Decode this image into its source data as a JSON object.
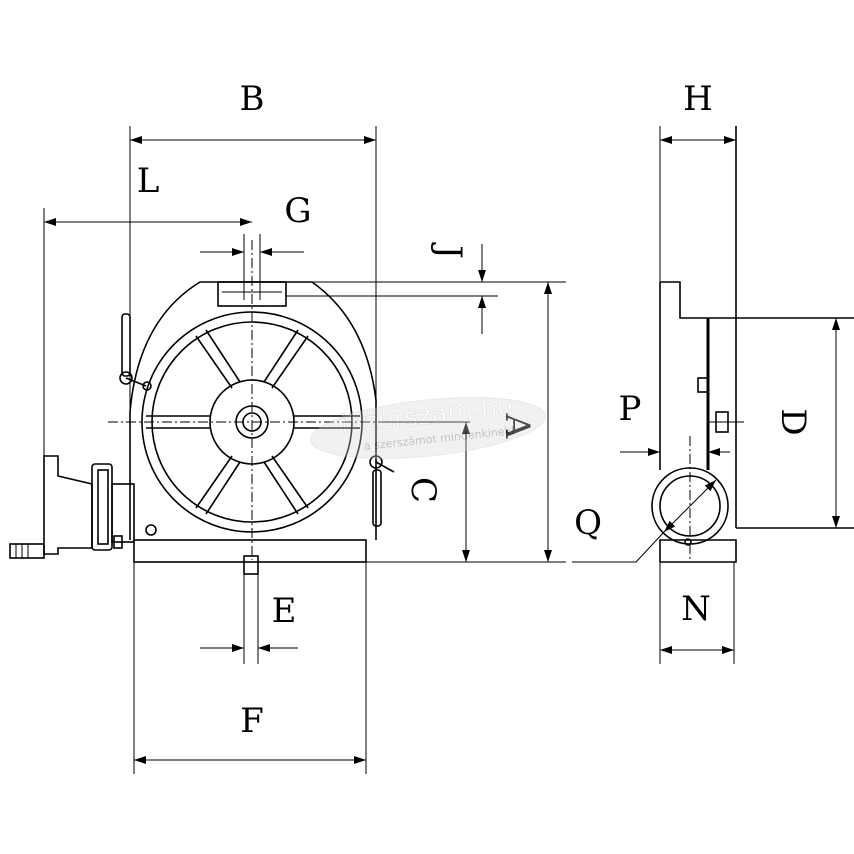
{
  "drawing": {
    "labels": {
      "B": "B",
      "L": "L",
      "G": "G",
      "J": "J",
      "A": "A",
      "C": "C",
      "E": "E",
      "F": "F",
      "H": "H",
      "P": "P",
      "D": "D",
      "Q": "Q",
      "N": "N"
    }
  },
  "watermark": {
    "brand": "iSzerszam.hu",
    "tagline": "a szerszámot mindenkinek!"
  }
}
